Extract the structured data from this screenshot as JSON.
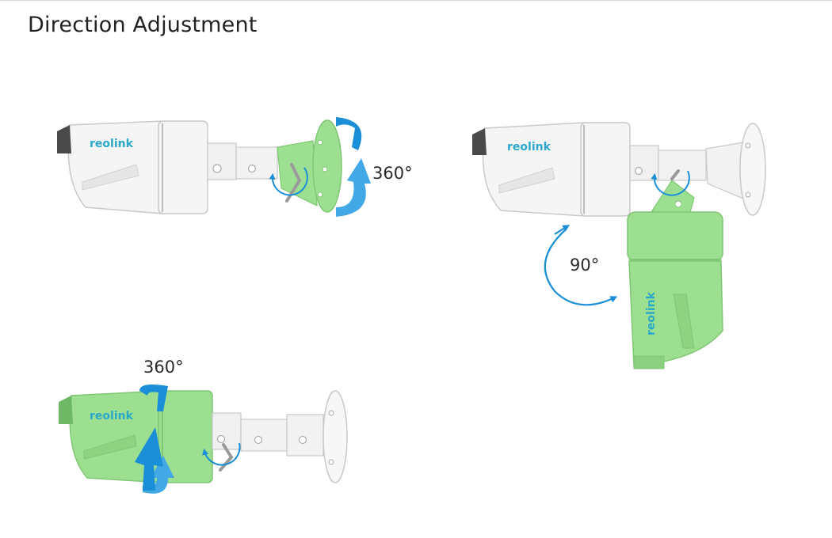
{
  "page": {
    "title": "Direction Adjustment"
  },
  "brand": {
    "label": "reolink"
  },
  "colors": {
    "accent_green": "#9ddf90",
    "accent_green_dark": "#7fc774",
    "arrow_blue": "#1a8fd8",
    "arrow_blue_light": "#42a9e6",
    "brand_text": "#2aa8c9",
    "housing_white": "#f4f4f4",
    "outline": "#c9c9c9"
  },
  "steps": [
    {
      "rotation_label": "360°",
      "rotating_part": "mount-base",
      "icons": [
        "large-rotate-arrow-icon",
        "screw-rotate-arrow-icon"
      ]
    },
    {
      "rotation_label": "90°",
      "rotating_part": "camera-body",
      "icons": [
        "tilt-arc-arrow-icon",
        "screw-rotate-arrow-icon"
      ]
    },
    {
      "rotation_label": "360°",
      "rotating_part": "camera-body",
      "icons": [
        "large-rotate-arrow-icon",
        "screw-rotate-arrow-icon"
      ]
    }
  ]
}
